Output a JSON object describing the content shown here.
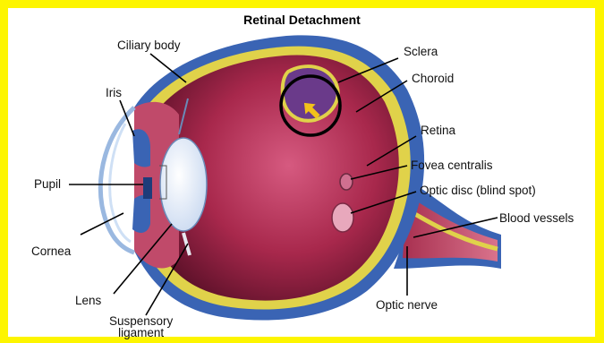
{
  "title": "Retinal Detachment",
  "colors": {
    "border": "#fdf500",
    "sclera": "#3a64b4",
    "choroid": "#e0d24a",
    "retina": "#c03a5a",
    "vitreous": "#b2385e",
    "highlight_arrow": "#f2c21a"
  },
  "labels": {
    "ciliary_body": "Ciliary body",
    "iris": "Iris",
    "pupil": "Pupil",
    "cornea": "Cornea",
    "lens": "Lens",
    "suspensory_ligament_line1": "Suspensory",
    "suspensory_ligament_line2": "ligament",
    "sclera": "Sclera",
    "choroid": "Choroid",
    "retina": "Retina",
    "fovea_centralis": "Fovea centralis",
    "optic_disc": "Optic disc (blind spot)",
    "blood_vessels": "Blood vessels",
    "optic_nerve": "Optic nerve"
  }
}
